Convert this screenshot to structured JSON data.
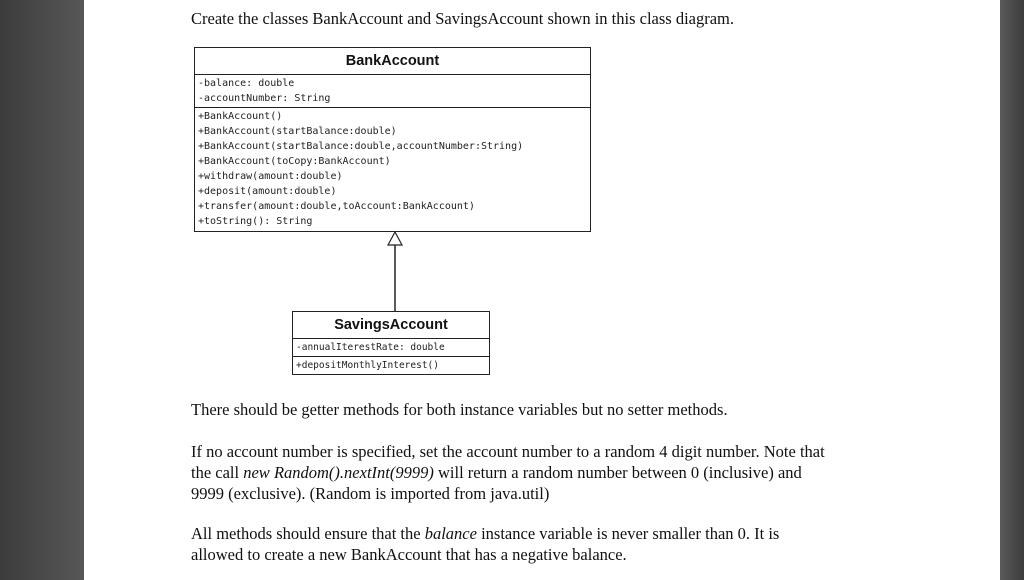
{
  "intro": "Create the classes BankAccount and SavingsAccount shown in this class diagram.",
  "diagram": {
    "bank_account": {
      "name": "BankAccount",
      "attributes": [
        "-balance: double",
        "-accountNumber: String"
      ],
      "methods": [
        "+BankAccount()",
        "+BankAccount(startBalance:double)",
        "+BankAccount(startBalance:double,accountNumber:String)",
        "+BankAccount(toCopy:BankAccount)",
        "+withdraw(amount:double)",
        "+deposit(amount:double)",
        "+transfer(amount:double,toAccount:BankAccount)",
        "+toString(): String"
      ]
    },
    "savings_account": {
      "name": "SavingsAccount",
      "attributes": [
        "-annualIterestRate: double"
      ],
      "methods": [
        "+depositMonthlyInterest()"
      ]
    }
  },
  "para_getters": "There should be getter methods for both instance variables but no setter methods.",
  "para_account_number": {
    "line1": "If no account number is specified, set the account number to a random 4 digit number.  Note that",
    "line2_pre": "the call ",
    "line2_code": "new Random().nextInt(9999)",
    "line2_post": " will return a random number between 0 (inclusive) and",
    "line3": "9999 (exclusive).  (Random is imported from java.util)"
  },
  "para_balance": {
    "line1_pre": "All methods should ensure that the ",
    "line1_em": "balance",
    "line1_post": " instance variable is never smaller than 0. It is",
    "line2": "allowed to create a new BankAccount that has a negative balance."
  }
}
